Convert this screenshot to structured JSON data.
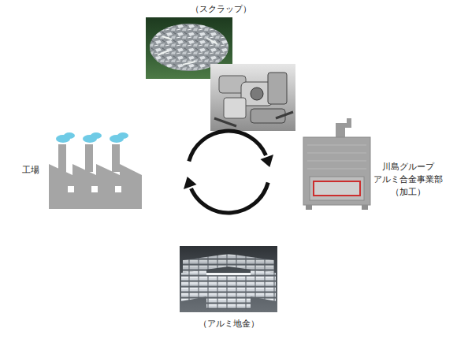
{
  "diagram": {
    "nodes": [
      {
        "text": [
          "（スクラップ）"
        ]
      },
      {
        "text": [
          "工場"
        ]
      },
      {
        "text": [
          "川島グループ アルミ合金事業部 （加工）"
        ]
      },
      {
        "text": [
          "（アルミ地金）"
        ]
      }
    ]
  }
}
